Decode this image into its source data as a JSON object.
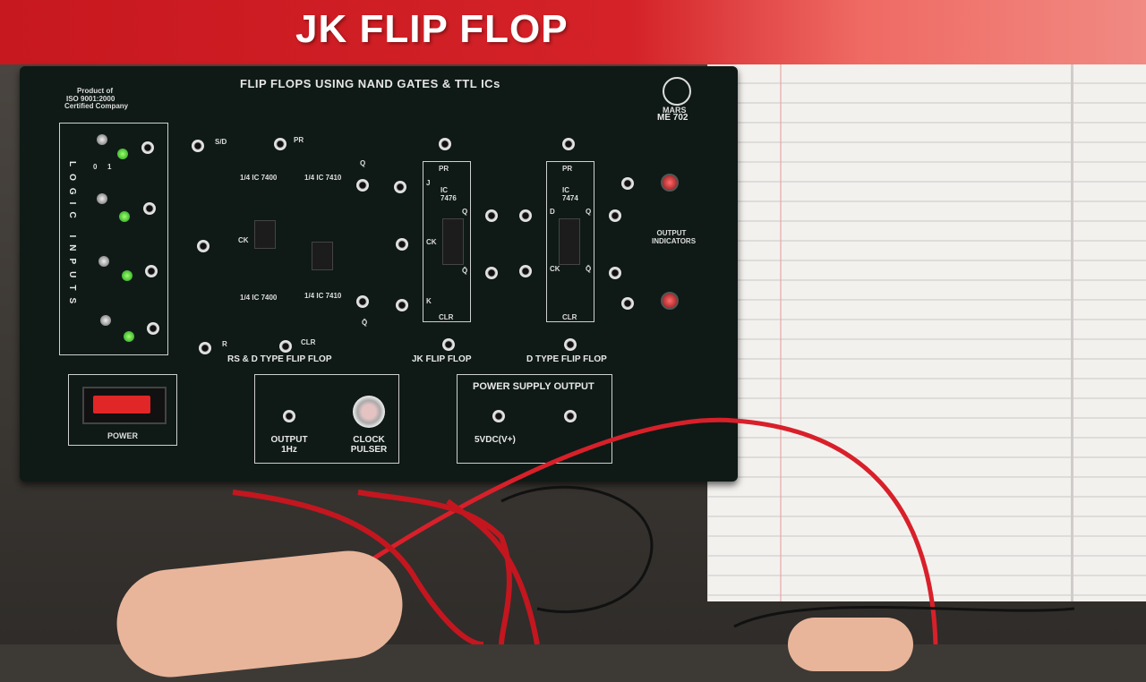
{
  "banner": {
    "title": "JK FLIP FLOP"
  },
  "board": {
    "title": "FLIP FLOPS USING NAND GATES & TTL ICs",
    "certification": [
      "Product of",
      "ISO 9001:2000",
      "Certified Company"
    ],
    "brand": "MARS",
    "model": "ME 702",
    "logic_inputs_label": "LOGIC INPUTS",
    "toggle_labels": [
      "0",
      "1"
    ],
    "rs_section": {
      "label": "RS & D TYPE FLIP FLOP",
      "pins": [
        "S/D",
        "PR",
        "CK",
        "R",
        "CLR",
        "Q",
        "Q̄"
      ],
      "gates": [
        "1/4 IC 7400",
        "1/4 IC 7410",
        "1/4 IC 7400",
        "1/4 IC 7410"
      ]
    },
    "jk_section": {
      "label": "JK FLIP FLOP",
      "ic": "IC 7476",
      "pins": [
        "PR",
        "J",
        "CK",
        "K",
        "CLR",
        "Q",
        "Q̄"
      ]
    },
    "d_section": {
      "label": "D TYPE FLIP FLOP",
      "ic": "IC 7474",
      "pins": [
        "PR",
        "D",
        "CK",
        "CLR",
        "Q",
        "Q̄"
      ]
    },
    "output_indicators": "OUTPUT INDICATORS",
    "power_label": "POWER",
    "clock": {
      "output_label": "OUTPUT 1Hz",
      "pulser_label": "CLOCK PULSER"
    },
    "power_supply": {
      "title": "POWER SUPPLY OUTPUT",
      "voltage": "5VDC(V+)"
    }
  },
  "colors": {
    "banner": "#d42228",
    "board": "#0f1a16",
    "wire_red": "#d8202a",
    "led_green": "#1c9b1a",
    "led_red": "#8a0f12"
  }
}
